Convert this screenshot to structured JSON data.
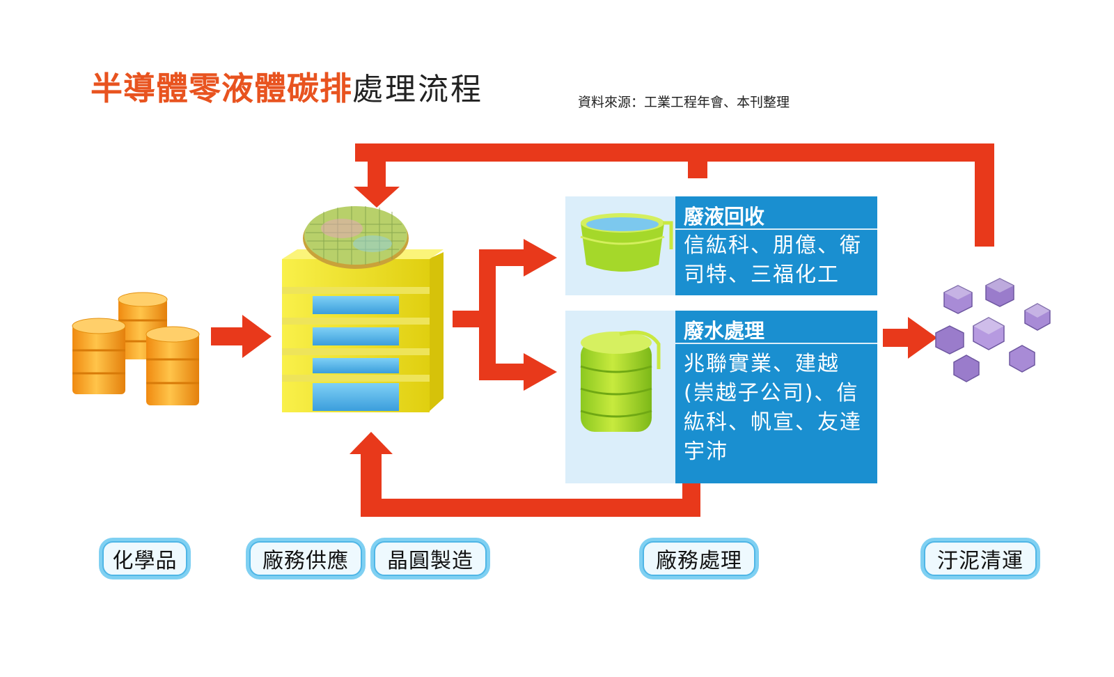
{
  "title": {
    "bold_part": "半導體零液體碳排",
    "light_part": "處理流程"
  },
  "source": "資料來源：工業工程年會、本刊整理",
  "panels": [
    {
      "heading": "廢液回收",
      "lines": [
        "信紘科、朋億、衛",
        "司特、三福化工"
      ]
    },
    {
      "heading": "廢水處理",
      "lines": [
        "兆聯實業、建越",
        "(崇越子公司)、信",
        "紘科、帆宣、友達",
        "宇沛"
      ]
    }
  ],
  "stages": [
    {
      "label": "化學品"
    },
    {
      "label": "廠務供應"
    },
    {
      "label": "晶圓製造"
    },
    {
      "label": "廠務處理"
    },
    {
      "label": "汙泥清運"
    }
  ],
  "colors": {
    "title_accent": "#e8531f",
    "arrow": "#e8391b",
    "panel_dark": "#1a8fd0",
    "panel_light": "#dbeefa",
    "barrel": "#f7a21d",
    "factory": "#f4e820",
    "factory_window": "#5ab8ea",
    "container": "#9fd82a",
    "sludge": "#9b7fc4",
    "pill": "#7fd0f2"
  },
  "icons": [
    "barrels-icon",
    "factory-icon",
    "wafer-icon",
    "container-icon",
    "tank-icon",
    "sludge-icon"
  ]
}
